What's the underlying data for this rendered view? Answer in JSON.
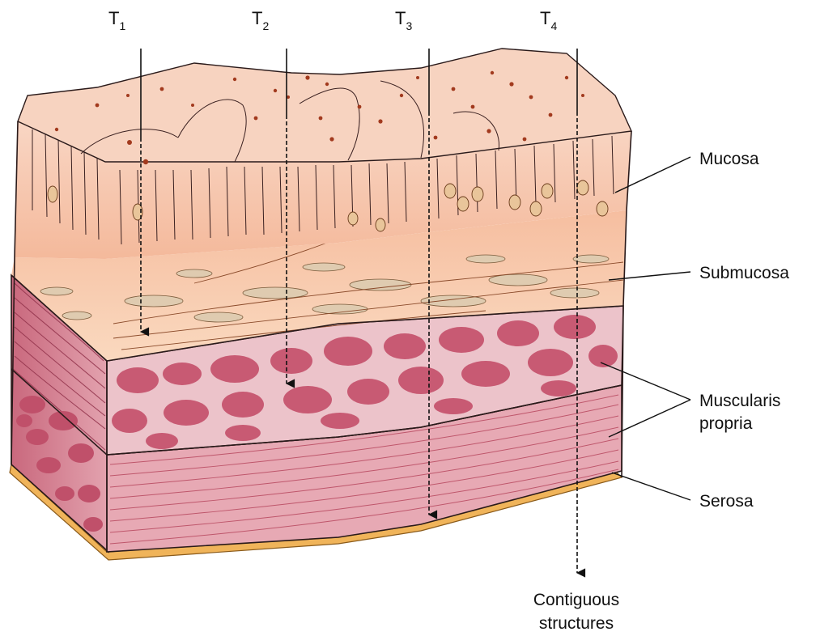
{
  "stages": [
    {
      "id": "T1",
      "letter": "T",
      "sub": "1"
    },
    {
      "id": "T2",
      "letter": "T",
      "sub": "2"
    },
    {
      "id": "T3",
      "letter": "T",
      "sub": "3"
    },
    {
      "id": "T4",
      "letter": "T",
      "sub": "4"
    }
  ],
  "layers": {
    "mucosa": "Mucosa",
    "submucosa": "Submucosa",
    "muscularis_line1": "Muscularis",
    "muscularis_line2": "propria",
    "serosa": "Serosa"
  },
  "contiguous": {
    "line1": "Contiguous",
    "line2": "structures"
  },
  "colors": {
    "mucosa_top": "#f7cdb7",
    "mucosa": "#f6c2a7",
    "submucosa": "#f8c7a6",
    "muscle_block": "#e7b9c0",
    "muscle_lump": "#c85a73",
    "longitudinal": "#d98999",
    "serosa": "#f0b45a",
    "spots": "#a23a1e"
  }
}
